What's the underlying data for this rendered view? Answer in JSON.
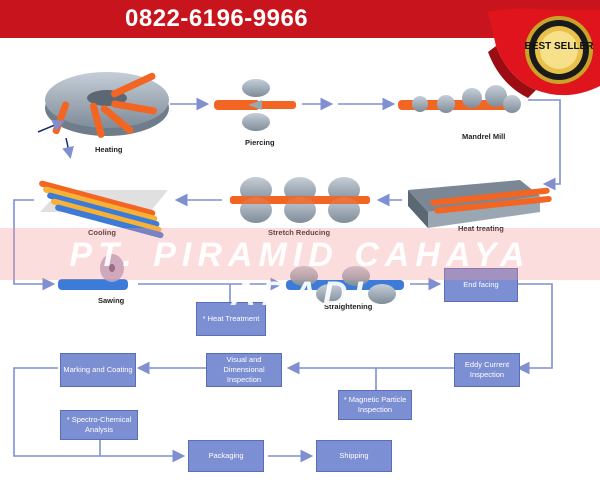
{
  "header": {
    "phone": "0822-6196-9966",
    "badge": "BEST SELLER"
  },
  "watermark": "PT. PIRAMID CAHAYA ABADI",
  "process": {
    "heating": "Heating",
    "piercing": "Piercing",
    "mandrel_mill": "Mandrel Mill",
    "heat_treating": "Heat treating",
    "stretch_reducing": "Stretch Reducing",
    "cooling": "Cooling",
    "sawing": "Sawing",
    "straightening": "Straightening"
  },
  "boxes": {
    "heat_treatment": "* Heat Treatment",
    "end_facing": "End facing",
    "eddy_current": "Eddy Current Inspection",
    "visual_dimensional": "Visual and Dimensional Inspection",
    "marking_coating": "Marking and Coating",
    "magnetic_particle": "* Magnetic Particle Inspection",
    "spectro_chemical": "* Spectro-Chemical Analysis",
    "packaging": "Packaging",
    "shipping": "Shipping"
  },
  "colors": {
    "banner": "#c8141c",
    "box": "#7d8fd3",
    "arrow": "#7f8fd0",
    "pipe": "#f26522",
    "steel": "#8c9aa8"
  }
}
